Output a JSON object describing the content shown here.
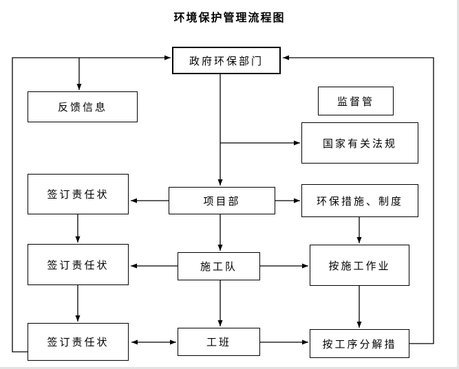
{
  "title": "环境保护管理流程图",
  "line_color": "#000000",
  "box_background": "#ffffff",
  "nodes": {
    "gov": {
      "label": "政府环保部门"
    },
    "feedback": {
      "label": "反馈信息"
    },
    "supervise": {
      "label": "监督管"
    },
    "law": {
      "label": "国家有关法规"
    },
    "resp1": {
      "label": "签订责任状"
    },
    "project": {
      "label": "项目部"
    },
    "measures": {
      "label": "环保措施、制度"
    },
    "resp2": {
      "label": "签订责任状"
    },
    "team": {
      "label": "施工队"
    },
    "work": {
      "label": "按施工作业"
    },
    "resp3": {
      "label": "签订责任状"
    },
    "shift": {
      "label": "工班"
    },
    "process": {
      "label": "按工序分解措"
    }
  },
  "edges": [
    {
      "from": "resp3",
      "to": "gov",
      "via": "left-loop",
      "arrow": "end"
    },
    {
      "from": "left-loop",
      "to": "feedback",
      "arrow": "end"
    },
    {
      "from": "process",
      "to": "gov",
      "via": "right-loop",
      "arrow": "end"
    },
    {
      "from": "gov",
      "to": "project",
      "arrow": "end"
    },
    {
      "from": "gov-line",
      "to": "law",
      "arrow": "end"
    },
    {
      "from": "project",
      "to": "resp1",
      "arrow": "end"
    },
    {
      "from": "project",
      "to": "measures",
      "arrow": "end"
    },
    {
      "from": "project",
      "to": "team",
      "arrow": "end"
    },
    {
      "from": "team",
      "to": "resp2",
      "arrow": "end"
    },
    {
      "from": "team",
      "to": "work",
      "arrow": "end"
    },
    {
      "from": "team",
      "to": "shift",
      "arrow": "end"
    },
    {
      "from": "shift",
      "to": "resp3",
      "arrow": "both"
    },
    {
      "from": "shift",
      "to": "process",
      "arrow": "end"
    },
    {
      "from": "measures",
      "to": "work",
      "arrow": "end"
    },
    {
      "from": "work",
      "to": "process",
      "arrow": "end"
    },
    {
      "from": "resp1",
      "to": "resp2",
      "arrow": "end"
    },
    {
      "from": "resp2",
      "to": "resp3",
      "arrow": "end"
    }
  ]
}
